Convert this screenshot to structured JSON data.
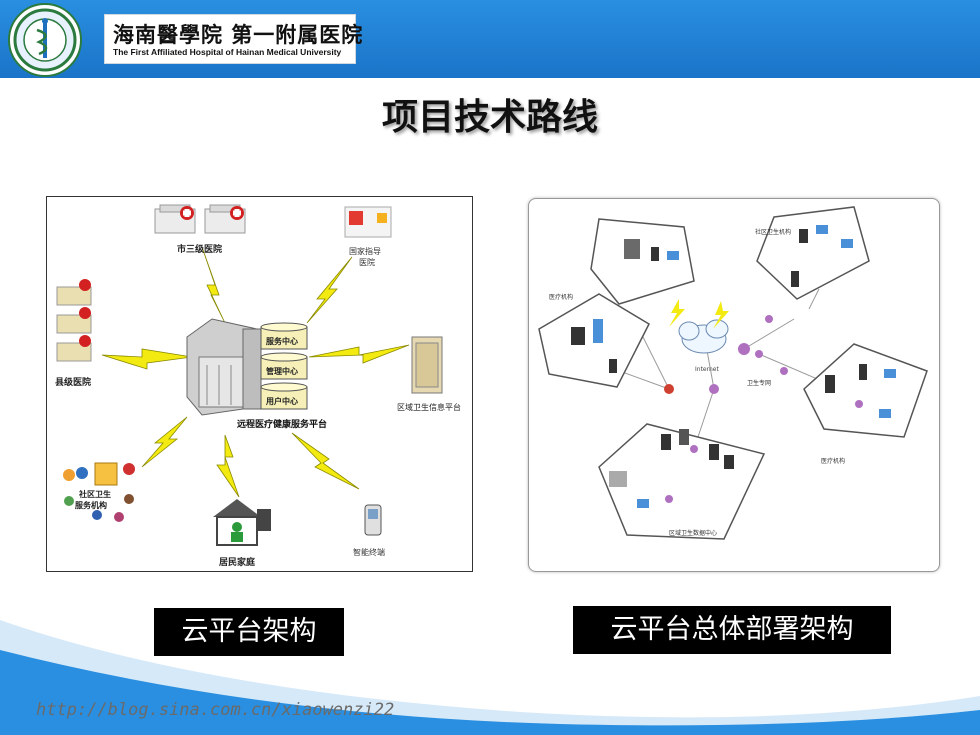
{
  "header": {
    "logo_cn": "海南醫學院 第一附属医院",
    "logo_en": "The First Affiliated Hospital of Hainan Medical University"
  },
  "title": "项目技术路线",
  "diagram1": {
    "labels": {
      "city_hospital": "市三级医院",
      "national_hospital": "国家指导医院",
      "county_hospital": "县级医院",
      "regional_platform": "区域卫生信息平台",
      "community": "社区卫生服务机构",
      "resident": "居民家庭",
      "terminal": "智能终端",
      "platform_name": "远程医疗健康服务平台",
      "db1": "服务中心",
      "db2": "管理中心",
      "db3": "用户中心"
    },
    "caption": "云平台架构"
  },
  "diagram2": {
    "labels": {
      "community_org": "社区卫生机构",
      "medical_org_tl": "医疗机构",
      "internet": "Internet",
      "health_net": "卫生专网",
      "medical_org_r": "医疗机构",
      "regional_center": "区域卫生数据中心"
    },
    "caption": "云平台总体部署架构"
  },
  "watermark": "http://blog.sina.com.cn/xiaowenzi22",
  "colors": {
    "header_blue": "#1a74c8",
    "bolt_yellow": "#f2ea10",
    "caption_bg": "#000000"
  }
}
